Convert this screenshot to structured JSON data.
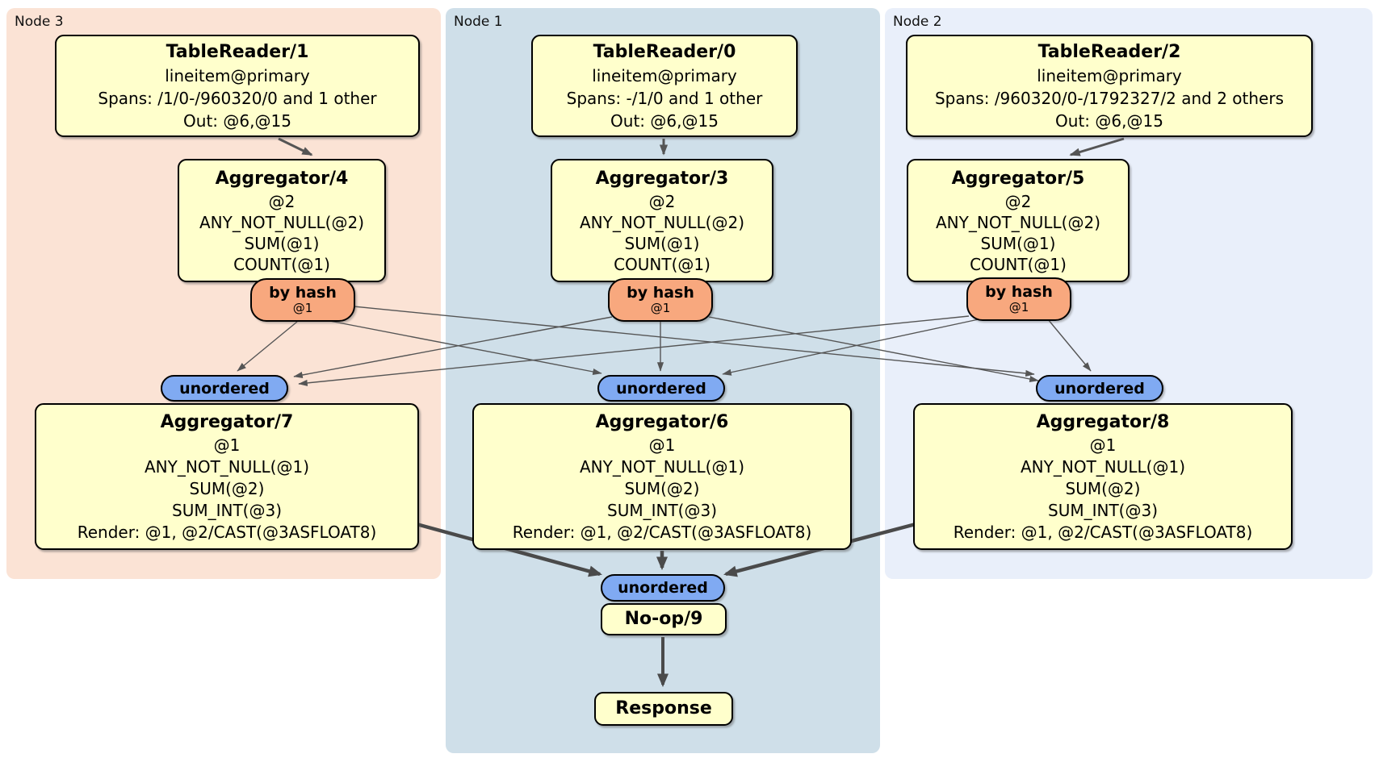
{
  "groups": [
    {
      "label": "Node 3",
      "color": "#fbe3d5"
    },
    {
      "label": "Node 1",
      "color": "#cfdfe9"
    },
    {
      "label": "Node 2",
      "color": "#e9effa"
    }
  ],
  "routers": {
    "by_hash": {
      "label": "by hash",
      "detail": "@1",
      "color": "#f8a87e"
    },
    "unordered": {
      "label": "unordered",
      "color": "#80aaf2"
    }
  },
  "processors": {
    "tablereader1": {
      "title": "TableReader/1",
      "lines": [
        "lineitem@primary",
        "Spans: /1/0-/960320/0 and 1 other",
        "Out: @6,@15"
      ]
    },
    "tablereader0": {
      "title": "TableReader/0",
      "lines": [
        "lineitem@primary",
        "Spans: -/1/0 and 1 other",
        "Out: @6,@15"
      ]
    },
    "tablereader2": {
      "title": "TableReader/2",
      "lines": [
        "lineitem@primary",
        "Spans: /960320/0-/1792327/2 and 2 others",
        "Out: @6,@15"
      ]
    },
    "aggregator4": {
      "title": "Aggregator/4",
      "lines": [
        "@2",
        "ANY_NOT_NULL(@2)",
        "SUM(@1)",
        "COUNT(@1)"
      ]
    },
    "aggregator3": {
      "title": "Aggregator/3",
      "lines": [
        "@2",
        "ANY_NOT_NULL(@2)",
        "SUM(@1)",
        "COUNT(@1)"
      ]
    },
    "aggregator5": {
      "title": "Aggregator/5",
      "lines": [
        "@2",
        "ANY_NOT_NULL(@2)",
        "SUM(@1)",
        "COUNT(@1)"
      ]
    },
    "aggregator7": {
      "title": "Aggregator/7",
      "lines": [
        "@1",
        "ANY_NOT_NULL(@1)",
        "SUM(@2)",
        "SUM_INT(@3)",
        "Render: @1, @2/CAST(@3ASFLOAT8)"
      ]
    },
    "aggregator6": {
      "title": "Aggregator/6",
      "lines": [
        "@1",
        "ANY_NOT_NULL(@1)",
        "SUM(@2)",
        "SUM_INT(@3)",
        "Render: @1, @2/CAST(@3ASFLOAT8)"
      ]
    },
    "aggregator8": {
      "title": "Aggregator/8",
      "lines": [
        "@1",
        "ANY_NOT_NULL(@1)",
        "SUM(@2)",
        "SUM_INT(@3)",
        "Render: @1, @2/CAST(@3ASFLOAT8)"
      ]
    },
    "noop9": {
      "title": "No-op/9"
    },
    "response": {
      "title": "Response"
    }
  },
  "edge_colors": {
    "thin": "#555555",
    "thick": "#4a4a4a"
  },
  "box_color": "#ffffcc"
}
